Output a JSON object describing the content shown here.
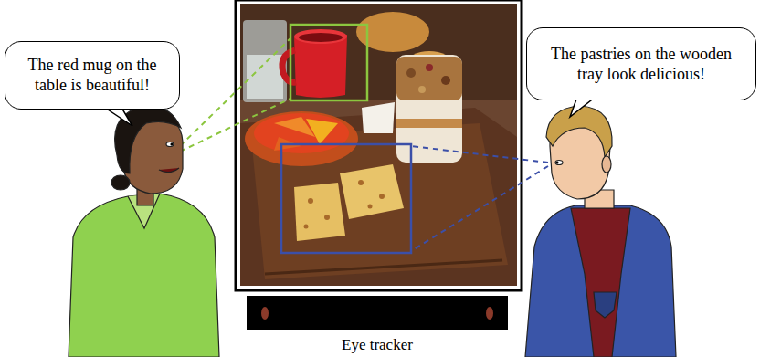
{
  "diagram": {
    "nodes": [
      {
        "text": [
          "The red mug on the table is beautiful!"
        ]
      },
      {
        "text": [
          "The pastries on the wooden tray look delicious!"
        ]
      }
    ],
    "labels": [
      "Eye tracker"
    ]
  }
}
